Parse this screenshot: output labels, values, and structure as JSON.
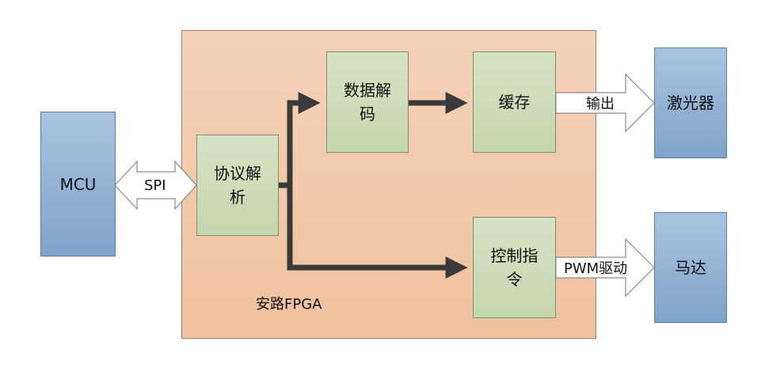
{
  "fpga": {
    "label": "安路FPGA"
  },
  "mcu": {
    "label": "MCU"
  },
  "protocol": {
    "label": "协议解\n析"
  },
  "decode": {
    "label": "数据解\n码"
  },
  "cache": {
    "label": "缓存"
  },
  "control": {
    "label": "控制指\n令"
  },
  "laser": {
    "label": "激光器"
  },
  "motor": {
    "label": "马达"
  },
  "links": {
    "spi": "SPI",
    "output": "输出",
    "pwm": "PWM驱动"
  }
}
